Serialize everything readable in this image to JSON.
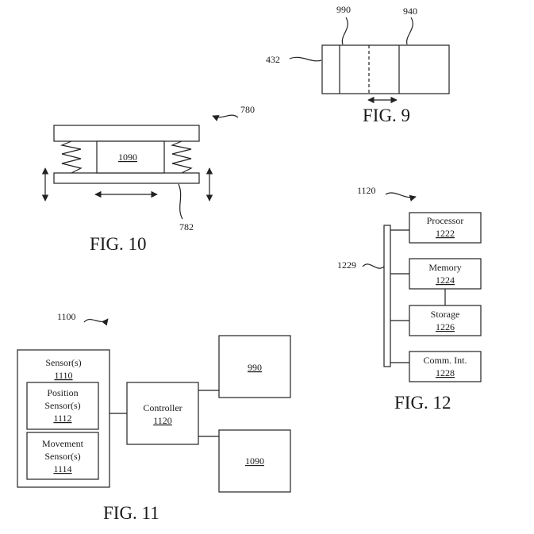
{
  "fig9": {
    "caption": "FIG. 9",
    "ref_990": "990",
    "ref_940": "940",
    "ref_432": "432"
  },
  "fig10": {
    "caption": "FIG. 10",
    "ref_780": "780",
    "ref_782": "782",
    "block_1090": "1090"
  },
  "fig11": {
    "caption": "FIG. 11",
    "ref_1100": "1100",
    "sensors_label": "Sensor(s)",
    "sensors_num": "1110",
    "position_label_1": "Position",
    "position_label_2": "Sensor(s)",
    "position_num": "1112",
    "movement_label_1": "Movement",
    "movement_label_2": "Sensor(s)",
    "movement_num": "1114",
    "controller_label": "Controller",
    "controller_num": "1120",
    "box_990": "990",
    "box_1090": "1090"
  },
  "fig12": {
    "caption": "FIG. 12",
    "ref_1120": "1120",
    "ref_1229": "1229",
    "processor_label": "Processor",
    "processor_num": "1222",
    "memory_label": "Memory",
    "memory_num": "1224",
    "storage_label": "Storage",
    "storage_num": "1226",
    "comm_label": "Comm. Int.",
    "comm_num": "1228"
  }
}
